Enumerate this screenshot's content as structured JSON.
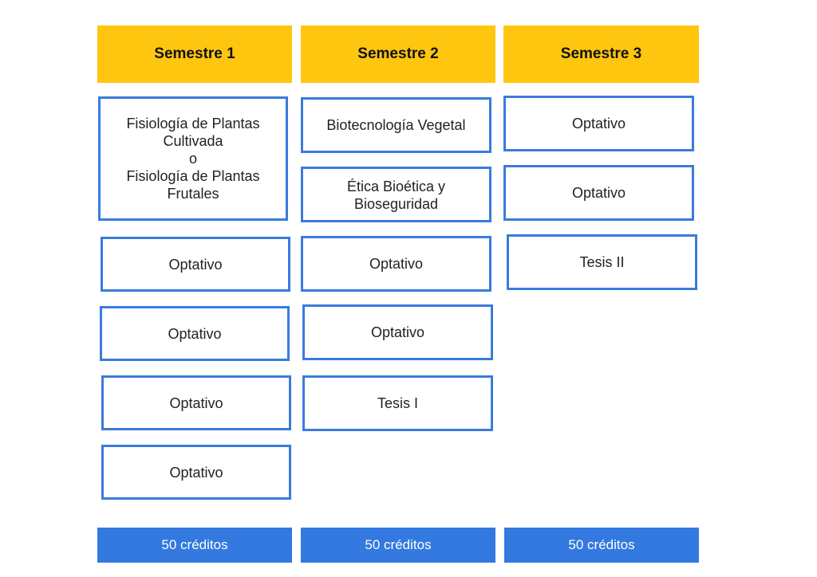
{
  "semesters": [
    {
      "title": "Semestre 1",
      "courses": [
        "Fisiología de Plantas\nCultivada\no\nFisiología de Plantas\nFrutales",
        "Optativo",
        "Optativo",
        "Optativo",
        "Optativo"
      ],
      "credits": "50 créditos"
    },
    {
      "title": "Semestre 2",
      "courses": [
        "Biotecnología Vegetal",
        "Ética Bioética y\nBioseguridad",
        "Optativo",
        "Optativo",
        "Tesis I"
      ],
      "credits": "50 créditos"
    },
    {
      "title": "Semestre 3",
      "courses": [
        "Optativo",
        "Optativo",
        "Tesis II"
      ],
      "credits": "50 créditos"
    }
  ],
  "colors": {
    "header": "#ffc610",
    "course_border": "#3a7bdc",
    "credits_bg": "#3379df"
  }
}
